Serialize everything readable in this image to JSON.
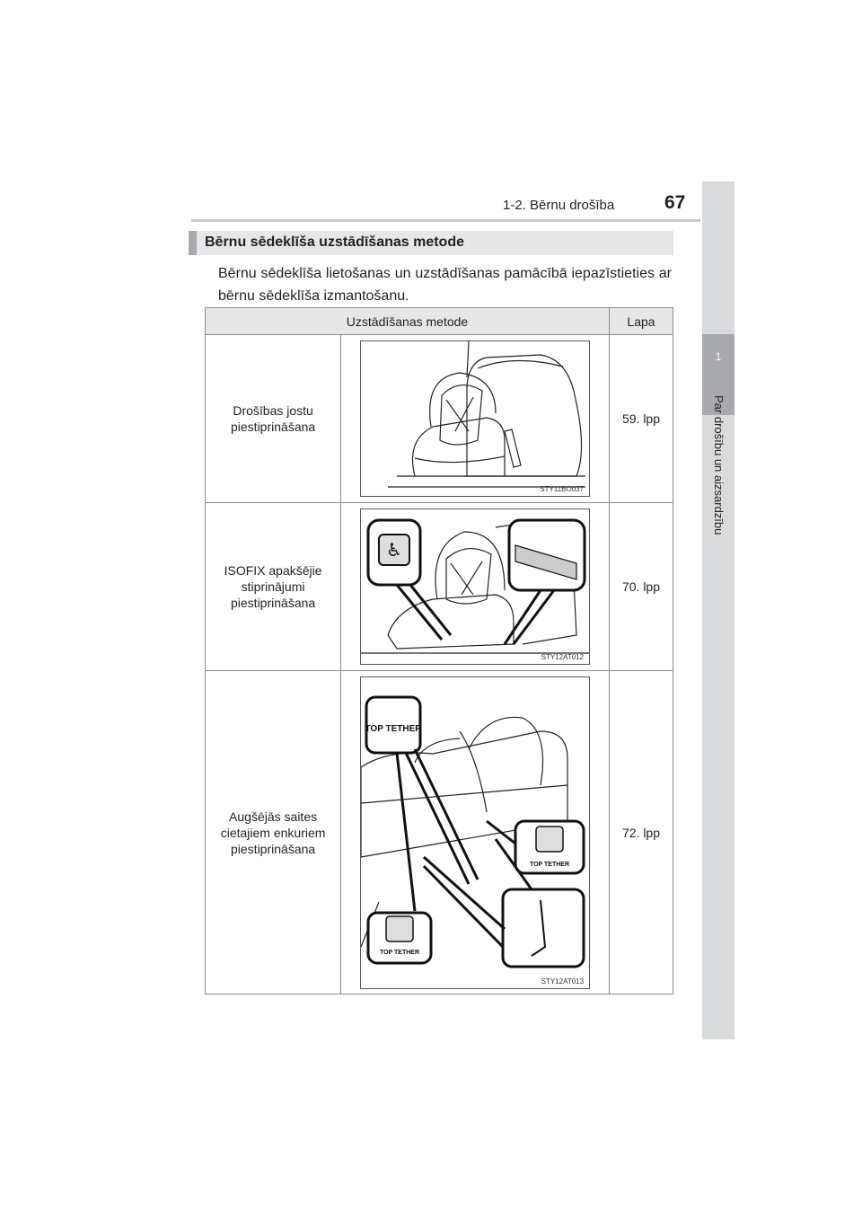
{
  "header": {
    "section": "1-2. Bērnu drošība",
    "page_number": "67"
  },
  "side_tab": {
    "chapter_number": "1",
    "chapter_title": "Par drošību un aizsardzību"
  },
  "section": {
    "heading": "Bērnu sēdeklīša uzstādīšanas metode"
  },
  "intro_text": "Bērnu sēdeklīša lietošanas un uzstādīšanas pamācībā iepazīstieties ar bērnu sēdeklīša izmantošanu.",
  "table": {
    "headers": {
      "method": "Uzstādīšanas metode",
      "page": "Lapa"
    },
    "rows": [
      {
        "method": "Drošības jostu piestiprināšana",
        "image_code": "STY11BO037",
        "page": "59. lpp"
      },
      {
        "method": "ISOFIX apakšējie stiprinājumi piestiprināšana",
        "image_code": "STY12AT012",
        "page": "70. lpp"
      },
      {
        "method": "Augšējās saites cietajiem enkuriem piestiprināšana",
        "image_code": "STY12AT013",
        "page": "72. lpp"
      }
    ]
  },
  "labels": {
    "top_tether": "TOP TETHER"
  }
}
